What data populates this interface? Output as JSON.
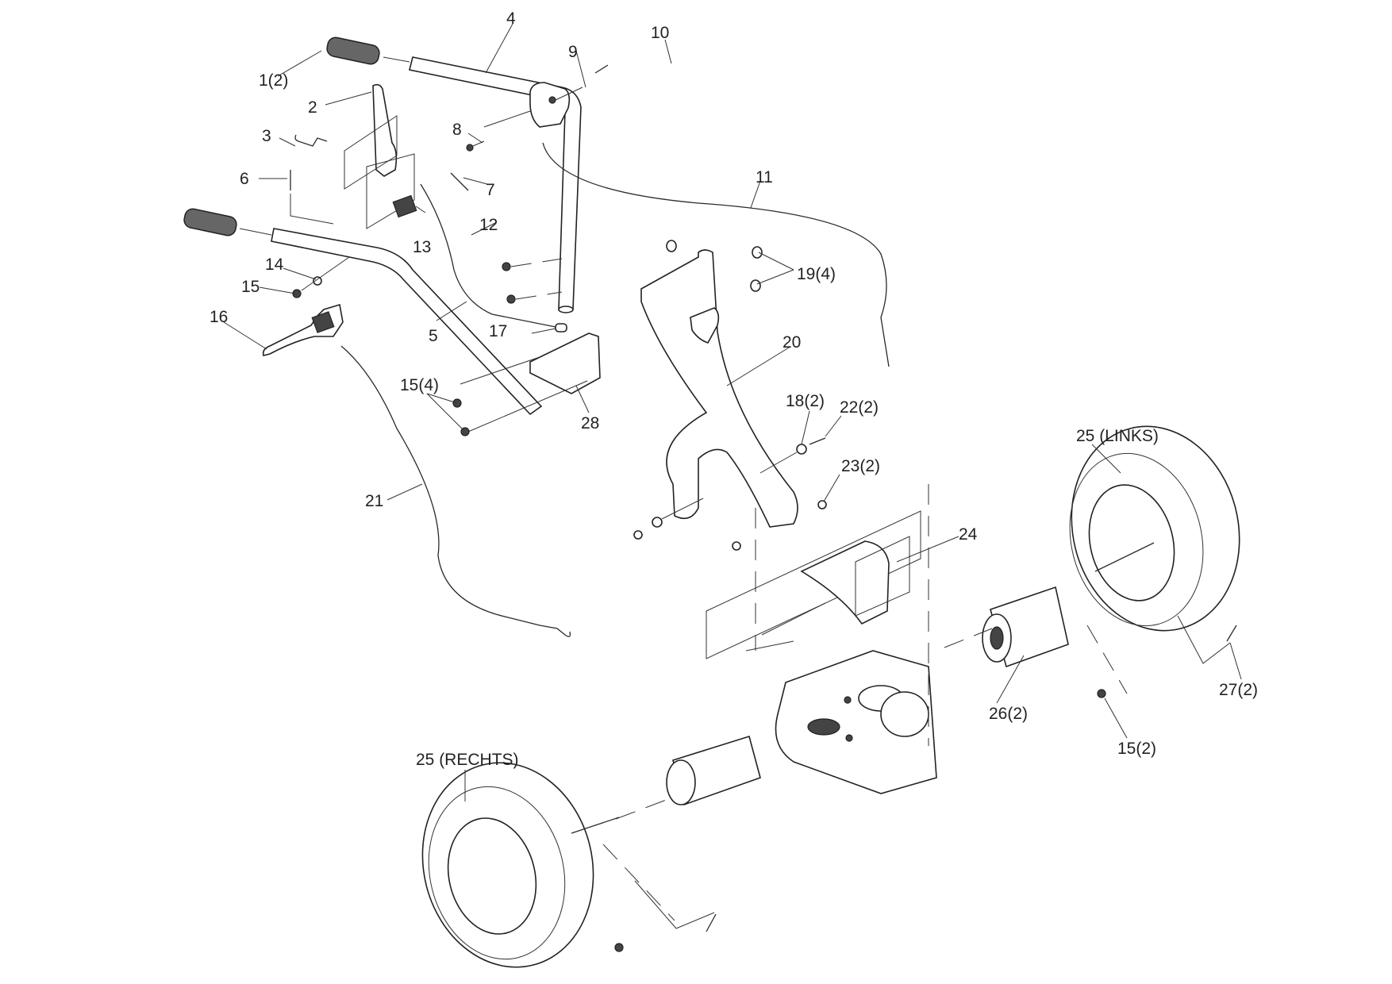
{
  "diagram": {
    "type": "exploded-parts-diagram",
    "subject": "Tiller handlebar, controls, transmission and wheel assembly",
    "line_color": "#222222",
    "background": "#ffffff",
    "callouts": [
      {
        "id": "c1",
        "label": "1(2)",
        "part": "handle grip"
      },
      {
        "id": "c2",
        "label": "2",
        "part": "control lever"
      },
      {
        "id": "c3",
        "label": "3",
        "part": "spring wire"
      },
      {
        "id": "c4",
        "label": "4",
        "part": "upper handlebar (right)"
      },
      {
        "id": "c5",
        "label": "5",
        "part": "upper handlebar (left)"
      },
      {
        "id": "c6",
        "label": "6",
        "part": "pin"
      },
      {
        "id": "c7",
        "label": "7",
        "part": "bolt"
      },
      {
        "id": "c8",
        "label": "8",
        "part": "nut"
      },
      {
        "id": "c9",
        "label": "9",
        "part": "shift knob / selector"
      },
      {
        "id": "c10",
        "label": "10",
        "part": "screw"
      },
      {
        "id": "c11",
        "label": "11",
        "part": "shift rod"
      },
      {
        "id": "c12",
        "label": "12",
        "part": "cable"
      },
      {
        "id": "c13",
        "label": "13",
        "part": "lever bracket"
      },
      {
        "id": "c14",
        "label": "14",
        "part": "washer"
      },
      {
        "id": "c15",
        "label": "15",
        "part": "nut"
      },
      {
        "id": "c16",
        "label": "16",
        "part": "drive lever"
      },
      {
        "id": "c17",
        "label": "17",
        "part": "cable end"
      },
      {
        "id": "c15x4",
        "label": "15(4)",
        "part": "nuts"
      },
      {
        "id": "c28",
        "label": "28",
        "part": "bracket"
      },
      {
        "id": "c19",
        "label": "19(4)",
        "part": "carriage bolts"
      },
      {
        "id": "c20",
        "label": "20",
        "part": "lower handle frame"
      },
      {
        "id": "c21",
        "label": "21",
        "part": "drive cable"
      },
      {
        "id": "c18",
        "label": "18(2)",
        "part": "washers"
      },
      {
        "id": "c22",
        "label": "22(2)",
        "part": "bolts"
      },
      {
        "id": "c23",
        "label": "23(2)",
        "part": "nuts"
      },
      {
        "id": "c24",
        "label": "24",
        "part": "belt cover"
      },
      {
        "id": "c25l",
        "label": "25 (LINKS)",
        "part": "wheel, left"
      },
      {
        "id": "c25r",
        "label": "25 (RECHTS)",
        "part": "wheel, right"
      },
      {
        "id": "c26",
        "label": "26(2)",
        "part": "wheel hub / axle sleeve"
      },
      {
        "id": "c27",
        "label": "27(2)",
        "part": "hitch pins"
      },
      {
        "id": "c15x2",
        "label": "15(2)",
        "part": "nuts"
      }
    ]
  }
}
